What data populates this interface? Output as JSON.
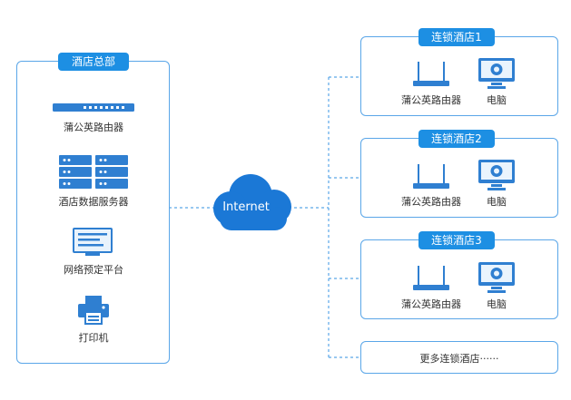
{
  "hq": {
    "title": "酒店总部",
    "items": [
      {
        "label": "蒲公英路由器"
      },
      {
        "label": "酒店数据服务器"
      },
      {
        "label": "网络预定平台"
      },
      {
        "label": "打印机"
      }
    ]
  },
  "cloud": {
    "label": "Internet"
  },
  "branches": [
    {
      "title": "连锁酒店1",
      "router": "蒲公英路由器",
      "pc": "电脑"
    },
    {
      "title": "连锁酒店2",
      "router": "蒲公英路由器",
      "pc": "电脑"
    },
    {
      "title": "连锁酒店3",
      "router": "蒲公英路由器",
      "pc": "电脑"
    }
  ],
  "more": {
    "label": "更多连锁酒店······"
  },
  "colors": {
    "accent": "#1d8fe3",
    "border": "#5aa6e8",
    "line": "#5aa6e8"
  }
}
